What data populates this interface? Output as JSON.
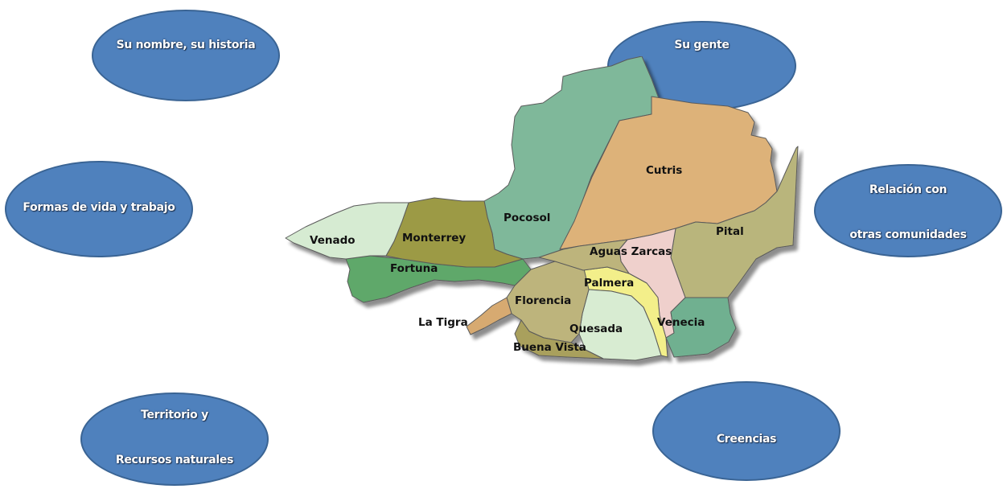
{
  "bubbles": {
    "nombre_historia": "Su nombre, su historia",
    "gente": "Su gente",
    "formas_vida": "Formas de vida y trabajo",
    "relacion_line1": "Relación con",
    "relacion_line2": "otras comunidades",
    "territorio_line1": "Territorio y",
    "territorio_line2": "Recursos naturales",
    "creencias": "Creencias"
  },
  "map": {
    "regions": {
      "venado": "Venado",
      "monterrey": "Monterrey",
      "pocosol": "Pocosol",
      "cutris": "Cutris",
      "pital": "Pital",
      "fortuna": "Fortuna",
      "aguas_zarcas": "Aguas Zarcas",
      "palmera": "Palmera",
      "florencia": "Florencia",
      "la_tigra": "La Tigra",
      "quesada": "Quesada",
      "venecia": "Venecia",
      "buena_vista": "Buena Vista"
    },
    "colors": {
      "pocosol": "#7fb89a",
      "cutris": "#ddb279",
      "pital": "#b9b57c",
      "aguas_zarcas": "#efd0cc",
      "venecia": "#6fb090",
      "palmera": "#f3ef8a",
      "quesada": "#d8ecd2",
      "florencia": "#bdb47b",
      "la_tigra": "#d7aa71",
      "buena_vista": "#a9a05d",
      "fortuna": "#5fa86a",
      "monterrey": "#9c9a45",
      "venado": "#d6ebd2"
    }
  }
}
